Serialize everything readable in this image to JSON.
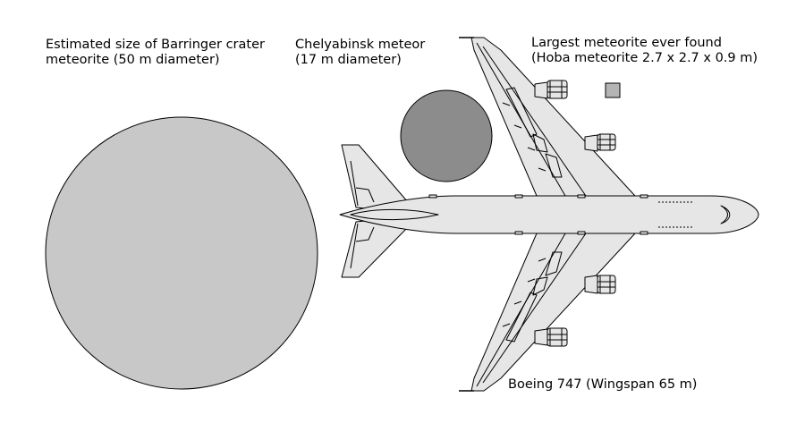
{
  "labels": {
    "barringer": {
      "line1": "Estimated size of Barringer crater",
      "line2": "meteorite (50 m diameter)"
    },
    "chelyabinsk": {
      "line1": "Chelyabinsk meteor",
      "line2": "(17 m diameter)"
    },
    "hoba": {
      "line1": "Largest meteorite ever found",
      "line2": "(Hoba meteorite 2.7 x 2.7 x 0.9 m)"
    },
    "boeing": {
      "line1": "Boeing 747 (Wingspan 65 m)"
    }
  },
  "colors": {
    "barringer_fill": "#c8c8c8",
    "chelyabinsk_fill": "#8c8c8c",
    "hoba_fill": "#b4b4b4",
    "plane_fill": "#e6e6e6",
    "outline": "#000000"
  }
}
